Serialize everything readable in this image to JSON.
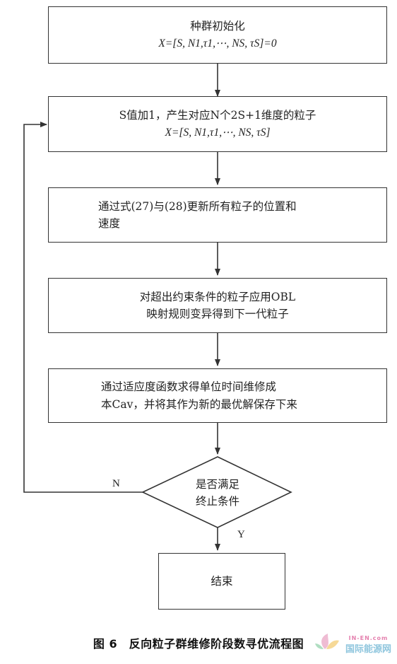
{
  "nodes": {
    "init": {
      "line1": "种群初始化",
      "line2": "X=[S, N1,τ1,⋯, NS, τS]=0"
    },
    "increment": {
      "line1": "S值加1，产生对应N个2S+1维度的粒子",
      "line2": "X=[S, N1,τ1,⋯, NS, τS]"
    },
    "update": {
      "line1": "通过式(27)与(28)更新所有粒子的位置和",
      "line2": "速度"
    },
    "obl": {
      "line1": "对超出约束条件的粒子应用OBL",
      "line2": "映射规则变异得到下一代粒子"
    },
    "fitness": {
      "line1": "通过适应度函数求得单位时间维修成",
      "line2": "本Cav，并将其作为新的最优解保存下来"
    },
    "decision": {
      "line1": "是否满足",
      "line2": "终止条件"
    },
    "end": {
      "line1": "结束"
    }
  },
  "labels": {
    "no": "N",
    "yes": "Y"
  },
  "caption": "图 6　反向粒子群维修阶段数寻优流程图",
  "watermark": {
    "main": "国际能源网",
    "sub": "IN-EN.com"
  },
  "colors": {
    "line": "#333333",
    "watermark": "#7bbcd8"
  }
}
